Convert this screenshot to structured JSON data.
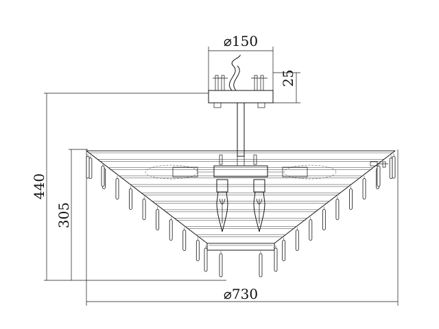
{
  "drawing": {
    "type": "technical-dimension-drawing",
    "subject": "crystal ceiling chandelier",
    "dimensions": {
      "canopy_diameter": "⌀150",
      "canopy_height": "25",
      "overall_height": "440",
      "body_height": "305",
      "body_diameter": "⌀730"
    },
    "units": "mm",
    "bulbs_visible": 2
  }
}
